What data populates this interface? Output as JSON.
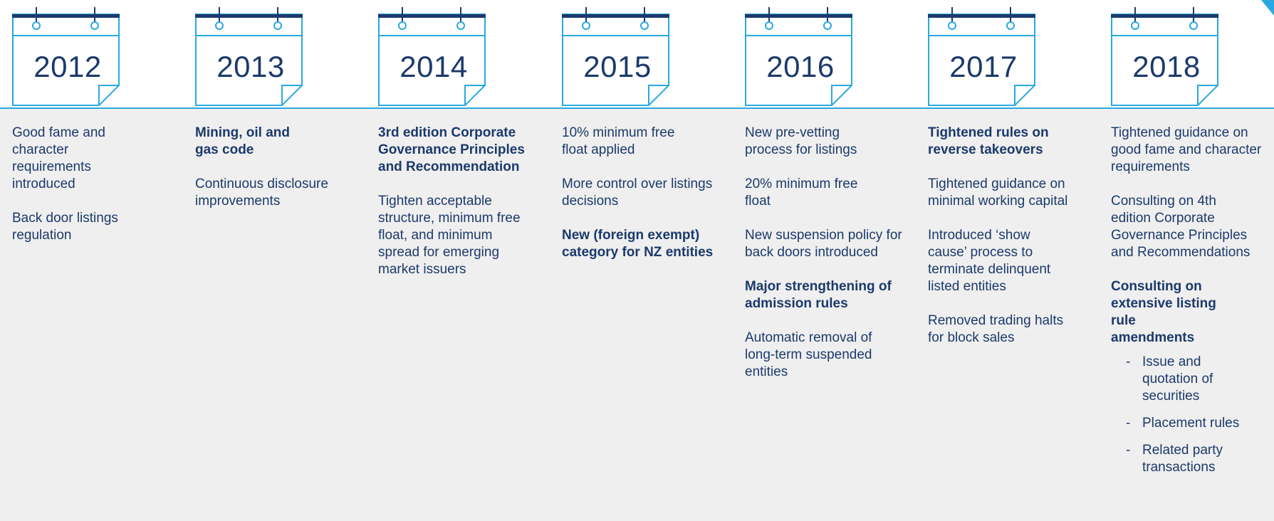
{
  "colors": {
    "navy": "#1b3a6b",
    "accent": "#29a9e0",
    "background": "#efefef"
  },
  "icon": "calendar-icon",
  "years": [
    {
      "year": "2012",
      "items": [
        {
          "text": "Good fame and character requirements introduced",
          "bold": false
        },
        {
          "text": "Back door listings regulation",
          "bold": false
        }
      ]
    },
    {
      "year": "2013",
      "items": [
        {
          "text": "Mining, oil and gas code",
          "bold": true
        },
        {
          "text": "Continuous disclosure improvements",
          "bold": false
        }
      ]
    },
    {
      "year": "2014",
      "items": [
        {
          "text": "3rd edition Corporate Governance Principles and Recommendation",
          "bold": true
        },
        {
          "text": "Tighten acceptable structure, minimum free float, and minimum spread for emerging market issuers",
          "bold": false
        }
      ]
    },
    {
      "year": "2015",
      "items": [
        {
          "text": "10% minimum free float applied",
          "bold": false
        },
        {
          "text": "More control over listings decisions",
          "bold": false
        },
        {
          "text": "New (foreign exempt) category for NZ entities",
          "bold": true
        }
      ]
    },
    {
      "year": "2016",
      "items": [
        {
          "text": "New pre-vetting process for listings",
          "bold": false
        },
        {
          "text": "20% minimum free float",
          "bold": false
        },
        {
          "text": "New suspension policy for back doors introduced",
          "bold": false
        },
        {
          "text": "Major strengthening of admission rules",
          "bold": true
        },
        {
          "text": "Automatic removal of long-term suspended entities",
          "bold": false
        }
      ]
    },
    {
      "year": "2017",
      "items": [
        {
          "text": "Tightened rules on reverse takeovers",
          "bold": true
        },
        {
          "text": "Tightened guidance on minimal working capital",
          "bold": false
        },
        {
          "text": "Introduced ‘show cause’ process to terminate delinquent listed entities",
          "bold": false
        },
        {
          "text": "Removed trading halts for block sales",
          "bold": false
        }
      ]
    },
    {
      "year": "2018",
      "items": [
        {
          "text": "Tightened guidance on good fame and character requirements",
          "bold": false
        },
        {
          "text": "Consulting on 4th edition Corporate Governance Principles and Recommendations",
          "bold": false
        },
        {
          "text": "Consulting on extensive listing rule amendments",
          "bold": true
        }
      ],
      "subitems": [
        "Issue and quotation of securities",
        "Placement rules",
        "Related party transactions"
      ]
    }
  ]
}
